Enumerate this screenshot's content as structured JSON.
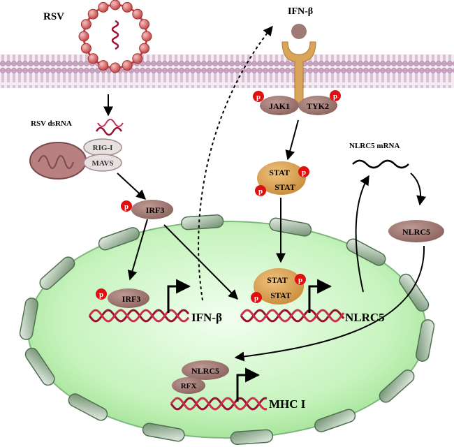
{
  "labels": {
    "rsv": "RSV",
    "rsv_dsrna": "RSV dsRNA",
    "ifn_beta_top": "IFN-β",
    "jak1": "JAK1",
    "tyk2": "TYK2",
    "p": "p",
    "rig_i": "RIG-I",
    "mavs": "MAVS",
    "irf3_cyto": "IRF3",
    "stat_cyto_1": "STAT",
    "stat_cyto_2": "STAT",
    "nlrc5_mrna": "NLRC5 mRNA",
    "nlrc5_cyto": "NLRC5",
    "irf3_nuc": "IRF3",
    "ifn_beta_gene": "IFN-β",
    "stat_nuc_1": "STAT",
    "stat_nuc_2": "STAT",
    "nlrc5_gene": "NLRC5",
    "nlrc5_nuc": "NLRC5",
    "rfx": "RFX",
    "mhc_i": "MHC I"
  },
  "colors": {
    "membrane": "#b88fb0",
    "protein_brown": "#a07a74",
    "stat_orange": "#d9a55a",
    "phospho_red": "#e01010",
    "dna_red": "#9a1030",
    "nucleus_green": "#c8f5c0",
    "pore_green": "#8aa88a",
    "virus_red": "#c84040"
  }
}
